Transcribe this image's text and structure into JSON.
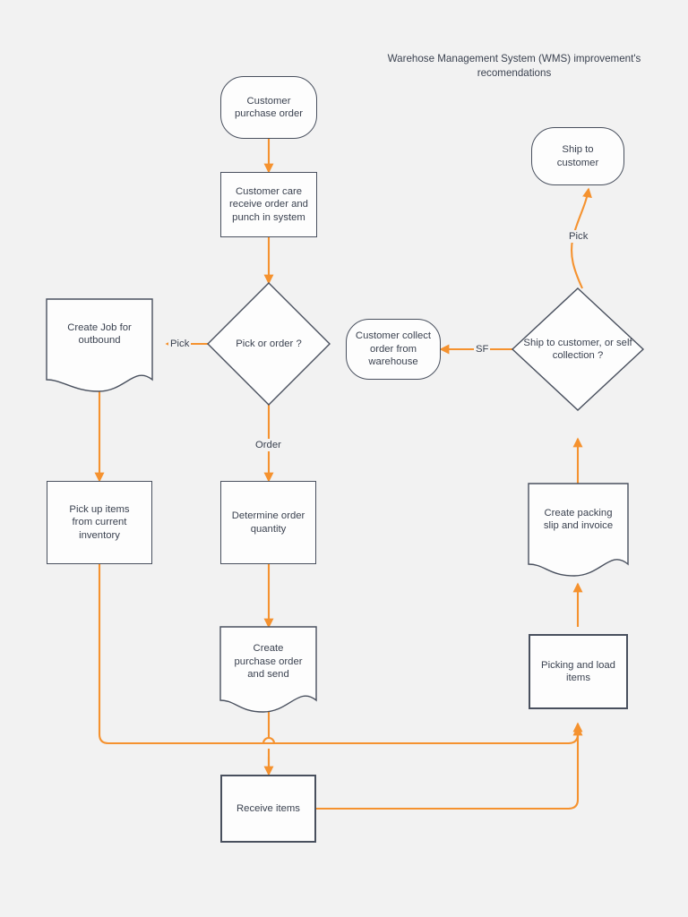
{
  "diagram": {
    "title": "Warehose Management System (WMS) improvement's recomendations",
    "colors": {
      "background": "#f2f2f2",
      "node_fill": "#fdfdfd",
      "node_stroke": "#49505e",
      "edge": "#f5922f",
      "text": "#3b4250"
    },
    "nodes": [
      {
        "id": "customer-purchase-order",
        "label": "Customer\npurchase order",
        "shape": "terminator"
      },
      {
        "id": "customer-care-receive",
        "label": "Customer care\nreceive order and\npunch in system",
        "shape": "process"
      },
      {
        "id": "pick-or-order",
        "label": "Pick or order ?",
        "shape": "decision"
      },
      {
        "id": "create-job-outbound",
        "label": "Create Job for\noutbound",
        "shape": "document"
      },
      {
        "id": "pick-up-items",
        "label": "Pick up items\nfrom current\ninventory",
        "shape": "process"
      },
      {
        "id": "determine-order-quantity",
        "label": "Determine order\nquantity",
        "shape": "process"
      },
      {
        "id": "create-purchase-order",
        "label": "Create\npurchase order\nand send",
        "shape": "document"
      },
      {
        "id": "receive-items",
        "label": "Receive items",
        "shape": "process-thick"
      },
      {
        "id": "picking-and-load-items",
        "label": "Picking and load\nitems",
        "shape": "process-thick"
      },
      {
        "id": "create-packing-slip",
        "label": "Create packing\nslip and invoice",
        "shape": "document"
      },
      {
        "id": "ship-or-self-collection",
        "label": "Ship to customer, or self\ncollection ?",
        "shape": "decision"
      },
      {
        "id": "customer-collect-order",
        "label": "Customer collect\norder from\nwarehouse",
        "shape": "terminator"
      },
      {
        "id": "ship-to-customer",
        "label": "Ship to\ncustomer",
        "shape": "terminator"
      }
    ],
    "edge_labels": {
      "pick_left": "Pick",
      "order_down": "Order",
      "self_collection": "SF",
      "pick_up": "Pick"
    }
  }
}
